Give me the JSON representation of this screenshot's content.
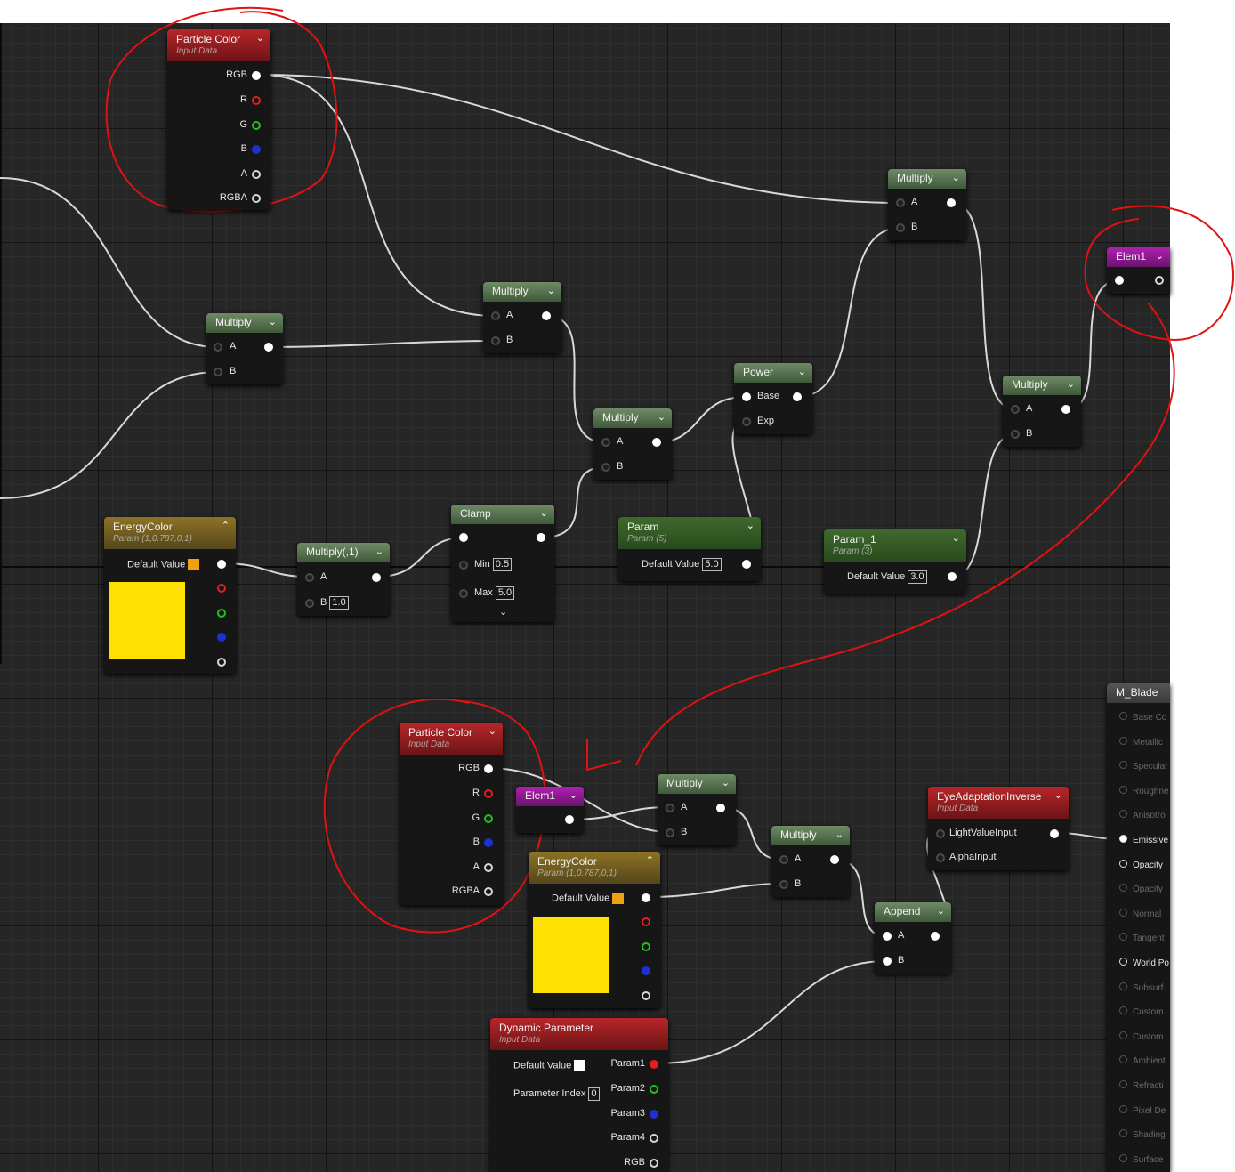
{
  "nodes": {
    "particle_color_top": {
      "title": "Particle Color",
      "subtitle": "Input Data",
      "pins": [
        "RGB",
        "R",
        "G",
        "B",
        "A",
        "RGBA"
      ]
    },
    "multiply_1": {
      "title": "Multiply",
      "a": "A",
      "b": "B"
    },
    "multiply_2": {
      "title": "Multiply",
      "a": "A",
      "b": "B"
    },
    "multiply_3": {
      "title": "Multiply",
      "a": "A",
      "b": "B"
    },
    "multiply_4": {
      "title": "Multiply",
      "a": "A",
      "b": "B"
    },
    "multiply_5": {
      "title": "Multiply",
      "a": "A",
      "b": "B"
    },
    "power": {
      "title": "Power",
      "base": "Base",
      "exp": "Exp"
    },
    "elem1_top": {
      "title": "Elem1"
    },
    "energy_color_top": {
      "title": "EnergyColor",
      "subtitle": "Param (1,0.787,0,1)",
      "default_label": "Default Value"
    },
    "multiply_1_param": {
      "title": "Multiply(,1)",
      "a": "A",
      "b": "B",
      "b_value": "1.0"
    },
    "clamp": {
      "title": "Clamp",
      "min": "Min",
      "min_value": "0.5",
      "max": "Max",
      "max_value": "5.0"
    },
    "param": {
      "title": "Param",
      "subtitle": "Param (5)",
      "default_label": "Default Value",
      "default_value": "5.0"
    },
    "param_1": {
      "title": "Param_1",
      "subtitle": "Param (3)",
      "default_label": "Default Value",
      "default_value": "3.0"
    },
    "m_blade": {
      "title": "M_Blade",
      "rows": [
        "Base Co",
        "Metallic",
        "Specular",
        "Roughne",
        "Anisotro",
        "Emissive",
        "Opacity",
        "Opacity",
        "Normal",
        "Tangent",
        "World Po",
        "Subsurf",
        "Custom",
        "Custom",
        "Ambient",
        "Refracti",
        "Pixel De",
        "Shading",
        "Surface"
      ]
    },
    "particle_color_bottom": {
      "title": "Particle Color",
      "subtitle": "Input Data",
      "pins": [
        "RGB",
        "R",
        "G",
        "B",
        "A",
        "RGBA"
      ]
    },
    "elem1_bottom": {
      "title": "Elem1"
    },
    "multiply_b1": {
      "title": "Multiply",
      "a": "A",
      "b": "B"
    },
    "multiply_b2": {
      "title": "Multiply",
      "a": "A",
      "b": "B"
    },
    "eye_adaptation": {
      "title": "EyeAdaptationInverse",
      "subtitle": "Input Data",
      "in1": "LightValueInput",
      "in2": "AlphaInput"
    },
    "energy_color_bottom": {
      "title": "EnergyColor",
      "subtitle": "Param (1,0.787,0,1)",
      "default_label": "Default Value"
    },
    "append": {
      "title": "Append",
      "a": "A",
      "b": "B"
    },
    "dynamic_parameter": {
      "title": "Dynamic Parameter",
      "subtitle": "Input Data",
      "default_label": "Default Value",
      "index_label": "Parameter Index",
      "index_value": "0",
      "outputs": [
        "Param1",
        "Param2",
        "Param3",
        "Param4",
        "RGB"
      ]
    }
  },
  "colors": {
    "graph_bg": "#262626",
    "annotation": "#e01212",
    "swatch": "#ffe000"
  }
}
